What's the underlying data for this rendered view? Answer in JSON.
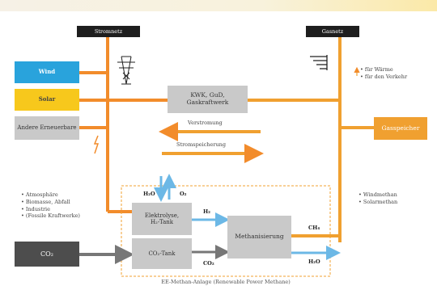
{
  "networks": {
    "power_grid": "Stromnetz",
    "gas_grid": "Gasnetz"
  },
  "sources": {
    "wind": "Wind",
    "solar": "Solar",
    "other_renewables": "Andere Erneuerbare"
  },
  "chp": "KWK, GuD, Gaskraftwerk",
  "flows": {
    "reconversion": "Verstromung",
    "storage": "Stromspeicherung"
  },
  "gas_uses": [
    "für Wärme",
    "für den Verkehr"
  ],
  "gas_storage": "Gasspeicher",
  "co2_sources": [
    "Atmosphäre",
    "Biomasse, Abfall",
    "Industrie",
    "(Fossile Kraftwerke)"
  ],
  "co2_box": "CO₂",
  "electrolysis": "Elektrolyse, H₂-Tank",
  "co2_tank": "CO₂-Tank",
  "methanation": "Methanisierung",
  "products": [
    "Windmethan",
    "Solarmethan"
  ],
  "chem": {
    "h2o_in": "H₂O",
    "o2": "O₂",
    "h2": "H₂",
    "ch4": "CH₄",
    "co2": "CO₂",
    "h2o_out": "H₂O"
  },
  "caption": "EE-Methan-Anlage (Renewable Power Methane)",
  "colors": {
    "orange": "#f28c2b",
    "wind_blue": "#29a3dc",
    "solar_yellow": "#f7c81c",
    "grey": "#c9c9c9",
    "dark_grey": "#4d4d4d",
    "gas_orange": "#f0a030",
    "arrow_blue": "#6cb8e6",
    "arrow_grey": "#777777"
  }
}
